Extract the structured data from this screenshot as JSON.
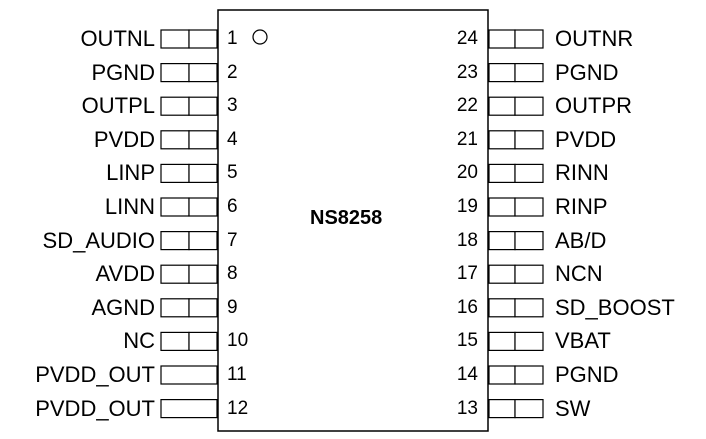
{
  "chip": {
    "name": "NS8258"
  },
  "left_pins": [
    {
      "number": "1",
      "label": "OUTNL"
    },
    {
      "number": "2",
      "label": "PGND"
    },
    {
      "number": "3",
      "label": "OUTPL"
    },
    {
      "number": "4",
      "label": "PVDD"
    },
    {
      "number": "5",
      "label": "LINP"
    },
    {
      "number": "6",
      "label": "LINN"
    },
    {
      "number": "7",
      "label": "SD_AUDIO"
    },
    {
      "number": "8",
      "label": "AVDD"
    },
    {
      "number": "9",
      "label": "AGND"
    },
    {
      "number": "10",
      "label": "NC"
    },
    {
      "number": "11",
      "label": "PVDD_OUT"
    },
    {
      "number": "12",
      "label": "PVDD_OUT"
    }
  ],
  "right_pins": [
    {
      "number": "24",
      "label": "OUTNR"
    },
    {
      "number": "23",
      "label": "PGND"
    },
    {
      "number": "22",
      "label": "OUTPR"
    },
    {
      "number": "21",
      "label": "PVDD"
    },
    {
      "number": "20",
      "label": "RINN"
    },
    {
      "number": "19",
      "label": "RINP"
    },
    {
      "number": "18",
      "label": "AB/D"
    },
    {
      "number": "17",
      "label": "NCN"
    },
    {
      "number": "16",
      "label": "SD_BOOST"
    },
    {
      "number": "15",
      "label": "VBAT"
    },
    {
      "number": "14",
      "label": "PGND"
    },
    {
      "number": "13",
      "label": "SW"
    }
  ]
}
